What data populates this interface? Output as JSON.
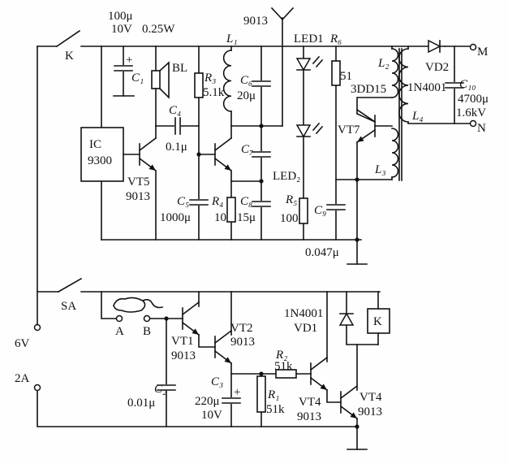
{
  "diagram": {
    "type": "circuit-schematic",
    "colors": {
      "ink": "#111111",
      "background": "#fefefe"
    },
    "top": {
      "c1_value": "100μ",
      "c1_voltage": "10V",
      "bl_power": "0.25W",
      "switch_k": "K",
      "c1": "C₁",
      "ic": "IC",
      "ic_model": "9300",
      "vt5": "VT5",
      "vt5_model": "9013",
      "bl": "BL",
      "c4": "C₄",
      "c4_value": "0.1μ",
      "r3": "R₃",
      "r3_value": "5.1k",
      "l1": "L₁",
      "c6": "C₆",
      "c6_value": "20μ",
      "vt6_model": "9013",
      "led1": "LED1",
      "r6": "R₆",
      "c7": "C₇",
      "c5": "C₅",
      "c5_value": "1000μ",
      "r4": "R₄",
      "r4_value": "10",
      "c8": "C₈",
      "c8_value": "15μ",
      "led2": "LED₂",
      "r5": "R₅",
      "r5_value": "100",
      "c9": "C₉",
      "c9_value": "0.047μ",
      "r6_value": "51",
      "vt7_model": "3DD15",
      "vt7": "VT7",
      "l2": "L₂",
      "l3": "L₃",
      "vd2": "VD2",
      "vd2_model": "1N4001",
      "c10": "C₁₀",
      "c10_value": "4700μ",
      "c10_voltage": "1.6kV",
      "l4": "L₄",
      "terminal_m": "M",
      "terminal_n": "N"
    },
    "bottom": {
      "switch_sa": "SA",
      "supply_voltage": "6V",
      "supply_current": "2A",
      "probe_a": "A",
      "probe_b": "B",
      "vt1": "VT1",
      "vt1_model": "9013",
      "vt2": "VT2",
      "vt2_model": "9013",
      "vd1_model": "1N4001",
      "vd1": "VD1",
      "relay_k": "K",
      "r2": "R₂",
      "r2_value": "51k",
      "c2": "C₂",
      "c2_value": "0.01μ",
      "c3": "C₃",
      "c3_value": "220μ",
      "c3_voltage": "10V",
      "r1": "R₁",
      "r1_value": "51k",
      "vt3": "VT4",
      "vt3_model": "9013",
      "vt4": "VT4",
      "vt4_model": "9013"
    }
  }
}
